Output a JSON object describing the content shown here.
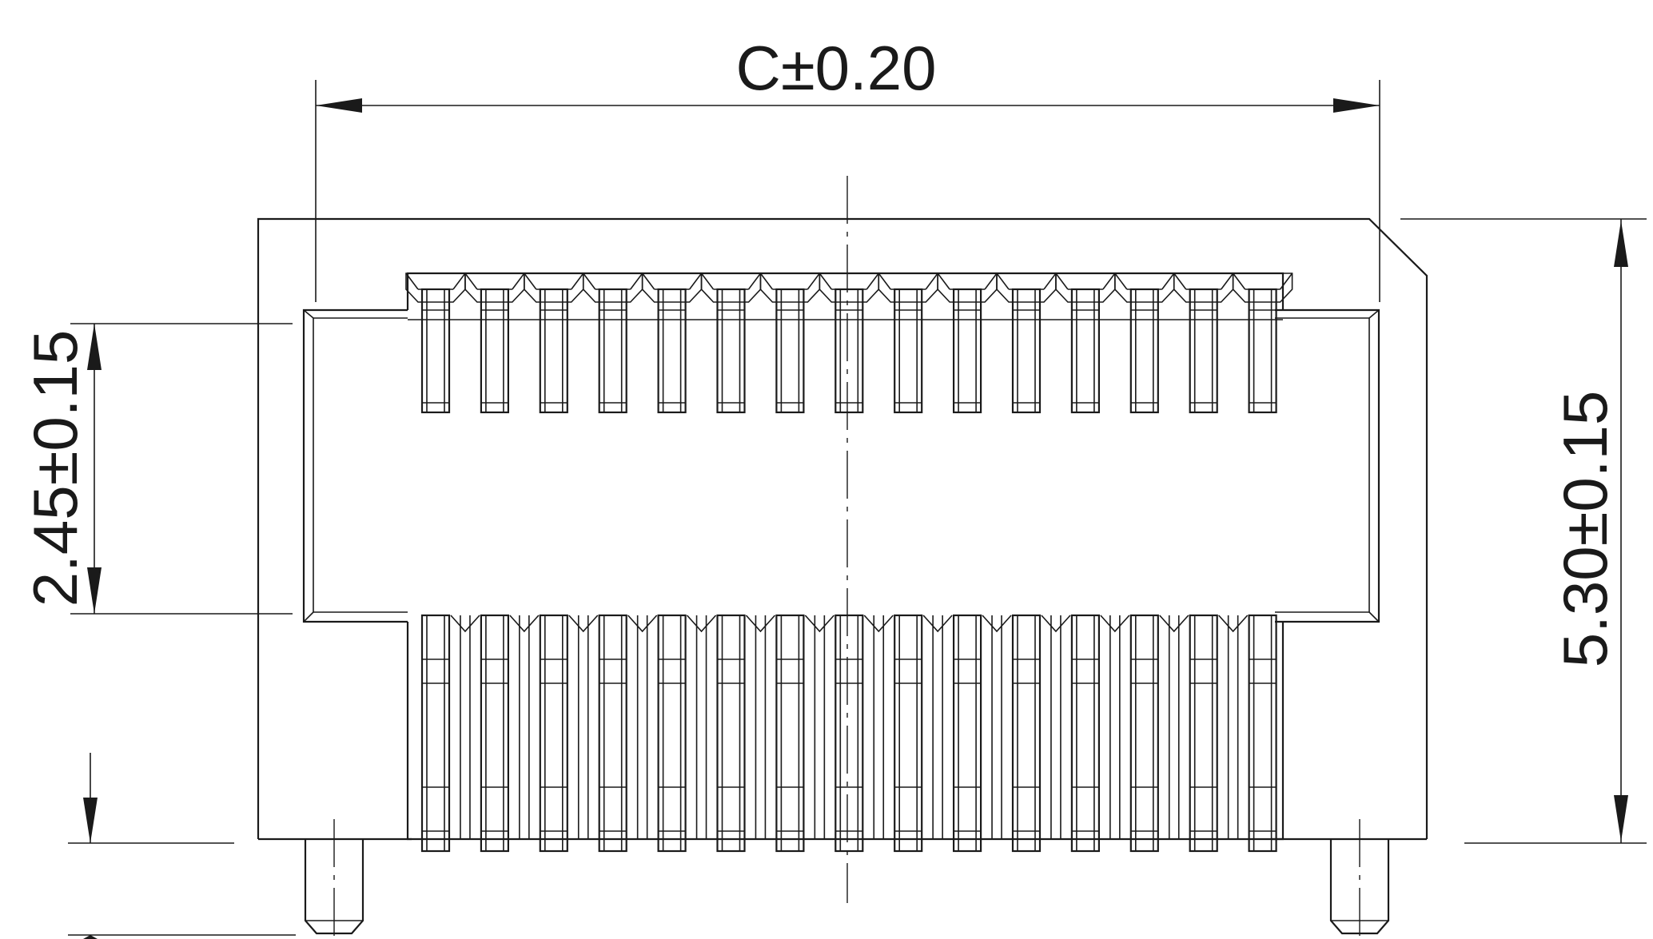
{
  "drawing": {
    "dimensions": {
      "width": "C±0.20",
      "height_left": "2.45±0.15",
      "height_right": "5.30±0.15"
    },
    "pins": {
      "top_row_count": 15,
      "bottom_row_count": 15
    },
    "colors": {
      "line": "#1a1a1a",
      "background": "#ffffff"
    }
  }
}
